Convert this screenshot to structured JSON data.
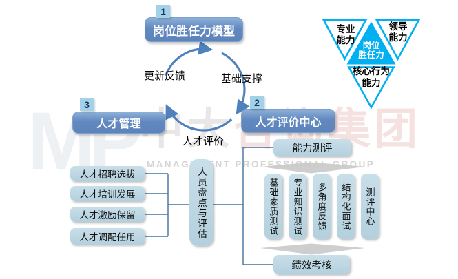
{
  "competency_model": {
    "badge": "1",
    "label": "岗位胜任力模型"
  },
  "cycle": {
    "update_feedback": "更新反馈",
    "foundation_support": "基础支撑",
    "talent_evaluation": "人才评价"
  },
  "talent_management": {
    "badge": "3",
    "label": "人才管理"
  },
  "evaluation_center": {
    "badge": "2",
    "label": "人才评价中心"
  },
  "triangle": {
    "top_left": [
      "专业",
      "能力"
    ],
    "top_right": [
      "领导",
      "能力"
    ],
    "center": [
      "岗位",
      "胜任力"
    ],
    "bottom": [
      "核心行为",
      "能力"
    ]
  },
  "management_items": [
    {
      "label": "人才招聘选拔"
    },
    {
      "label": "人才培训发展"
    },
    {
      "label": "人才激励保留"
    },
    {
      "label": "人才调配任用"
    }
  ],
  "inventory": {
    "label": "人员盘点与评估"
  },
  "ability_assessment": {
    "label": "能力测评"
  },
  "assessment_methods": [
    {
      "label": "基础素质测试"
    },
    {
      "label": "专业知识测试"
    },
    {
      "label": "多角度反馈"
    },
    {
      "label": "结构化面试"
    },
    {
      "label": "测评中心"
    }
  ],
  "performance_review": {
    "label": "绩效考核"
  },
  "watermark": {
    "logo": "MP",
    "company_gray": "中大",
    "company_red": "咨询集团",
    "tagline": "MANAGEMENT PROFESSIONAL GROUP"
  },
  "colors": {
    "primary_blue": "#6189c0",
    "light_blue": "#b9d4e2",
    "cyan": "#00b0f0",
    "connector_blue": "#41719c",
    "arrow_gray": "#cecece"
  }
}
